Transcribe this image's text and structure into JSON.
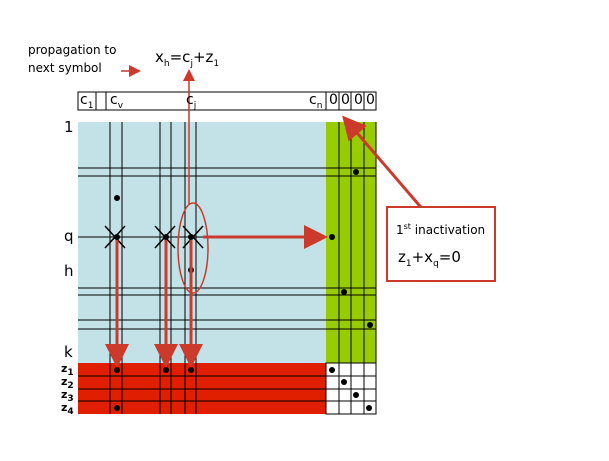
{
  "caption": {
    "line1": "propagation to",
    "line2": "next symbol",
    "formula": {
      "x": "x",
      "x_sub": "h",
      "eq": "=c",
      "c_sub": "j",
      "plus": "+z",
      "z_sub": "1"
    }
  },
  "header": {
    "c1": "c",
    "c1_sub": "1",
    "cv": "c",
    "cv_sub": "v",
    "cj": "c",
    "cj_sub": "j",
    "cn": "c",
    "cn_sub": "n",
    "zeros": [
      "0",
      "0",
      "0",
      "0"
    ]
  },
  "row_labels": {
    "r1": "1",
    "rq": "q",
    "rh": "h",
    "rk": "k"
  },
  "z_labels": [
    {
      "base": "z",
      "sub": "1"
    },
    {
      "base": "z",
      "sub": "2"
    },
    {
      "base": "z",
      "sub": "3"
    },
    {
      "base": "z",
      "sub": "4"
    }
  ],
  "inactivation": {
    "title_num": "1",
    "title_sup": "st",
    "title_rest": " inactivation",
    "eq_z": "z",
    "eq_z_sub": "1",
    "eq_plus": "+x",
    "eq_x_sub": "q",
    "eq_rest": "=0"
  },
  "colors": {
    "matrix_fill": "#c2e2e8",
    "green_fill": "#99cc00",
    "red_fill": "#e01e00",
    "arrow": "#cc3a2c",
    "line": "#000000"
  }
}
